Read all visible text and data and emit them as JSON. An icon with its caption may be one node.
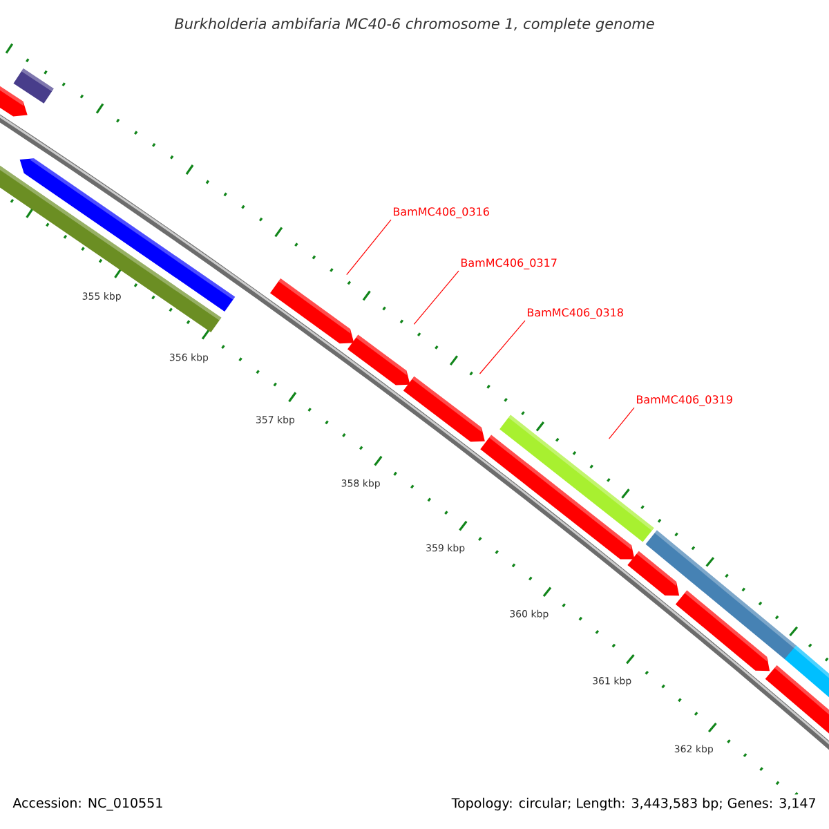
{
  "diagram": {
    "title": "Burkholderia ambifaria MC40-6 chromosome 1, complete genome",
    "nodes": [
      {
        "text": [
          "BamMC406_0316"
        ]
      },
      {
        "text": [
          "BamMC406_0317"
        ]
      },
      {
        "text": [
          "BamMC406_0318"
        ]
      },
      {
        "text": [
          "BamMC406_0319"
        ]
      },
      {
        "text": [],
        "shape": "arrow"
      },
      {
        "text": [],
        "shape": "arrow"
      },
      {
        "text": [],
        "shape": "arrow"
      },
      {
        "text": [],
        "shape": "arrow"
      }
    ],
    "edges": [
      {
        "from": 0,
        "to": 4,
        "arrow": "none"
      },
      {
        "from": 1,
        "to": 5,
        "arrow": "none"
      },
      {
        "from": 2,
        "to": 6,
        "arrow": "none"
      },
      {
        "from": 3,
        "to": 7,
        "arrow": "none"
      }
    ],
    "labels": [
      "355 kbp",
      "356 kbp",
      "357 kbp",
      "358 kbp",
      "359 kbp",
      "360 kbp",
      "361 kbp",
      "362 kbp",
      "Accession: NC_010551",
      "Topology: circular; Length: 3,443,583 bp; Genes: 3,147"
    ]
  }
}
